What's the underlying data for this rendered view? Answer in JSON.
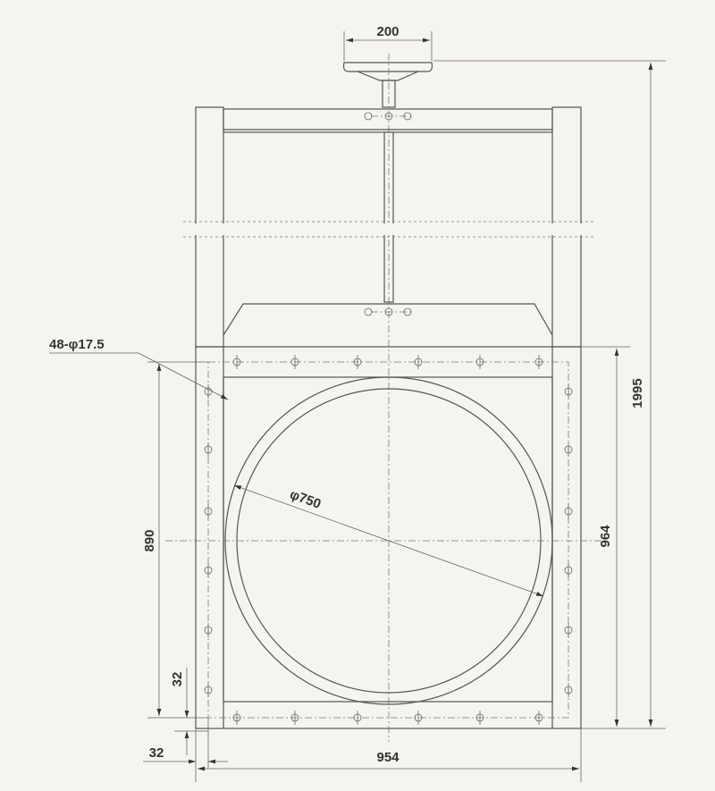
{
  "drawing": {
    "dimensions": {
      "handwheel_width": "200",
      "overall_height": "1995",
      "bolt_holes": "48-φ17.5",
      "bore_diameter": "φ750",
      "bolt_pitch_height": "890",
      "body_height": "964",
      "edge_offset_vertical": "32",
      "edge_offset_horizontal": "32",
      "body_width": "954"
    },
    "colors": {
      "background": "#f5f4ef",
      "line": "#555555"
    }
  }
}
